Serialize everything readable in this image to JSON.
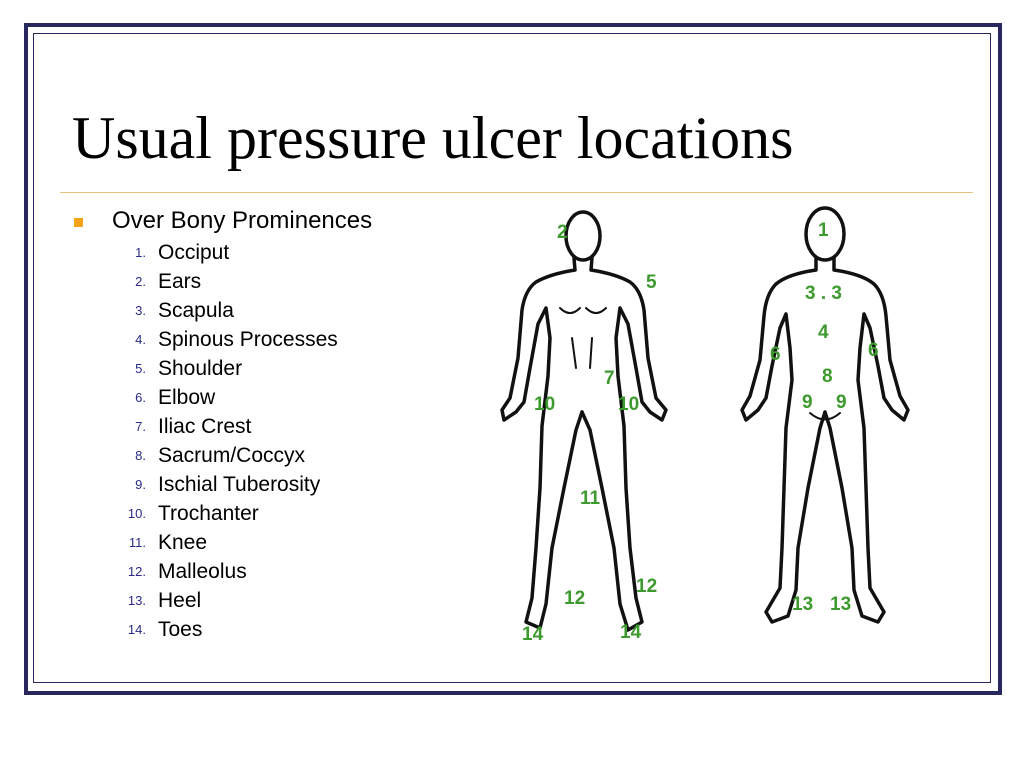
{
  "slide": {
    "title": "Usual pressure ulcer locations",
    "bullet_heading": "Over Bony Prominences",
    "items": [
      {
        "number": "1.",
        "label": "Occiput"
      },
      {
        "number": "2.",
        "label": "Ears"
      },
      {
        "number": "3.",
        "label": "Scapula"
      },
      {
        "number": "4.",
        "label": "Spinous Processes"
      },
      {
        "number": "5.",
        "label": "Shoulder"
      },
      {
        "number": "6.",
        "label": "Elbow"
      },
      {
        "number": "7.",
        "label": "Iliac Crest"
      },
      {
        "number": "8.",
        "label": "Sacrum/Coccyx"
      },
      {
        "number": "9.",
        "label": "Ischial Tuberosity"
      },
      {
        "number": "10.",
        "label": "Trochanter"
      },
      {
        "number": "11.",
        "label": "Knee"
      },
      {
        "number": "12.",
        "label": "Malleolus"
      },
      {
        "number": "13.",
        "label": "Heel"
      },
      {
        "number": "14.",
        "label": "Toes"
      }
    ]
  },
  "figure": {
    "front_labels": [
      "2",
      "5",
      "7",
      "10",
      "10",
      "11",
      "12",
      "12",
      "14",
      "14"
    ],
    "back_labels": [
      "1",
      "3 . 3",
      "4",
      "6",
      "6",
      "8",
      "9",
      "9",
      "13",
      "13"
    ]
  },
  "colors": {
    "frame": "#28285e",
    "divider": "#e8c27a",
    "bullet": "#f4a418",
    "number_text": "#2a2a8a",
    "marker_green": "#3d9a2e"
  }
}
